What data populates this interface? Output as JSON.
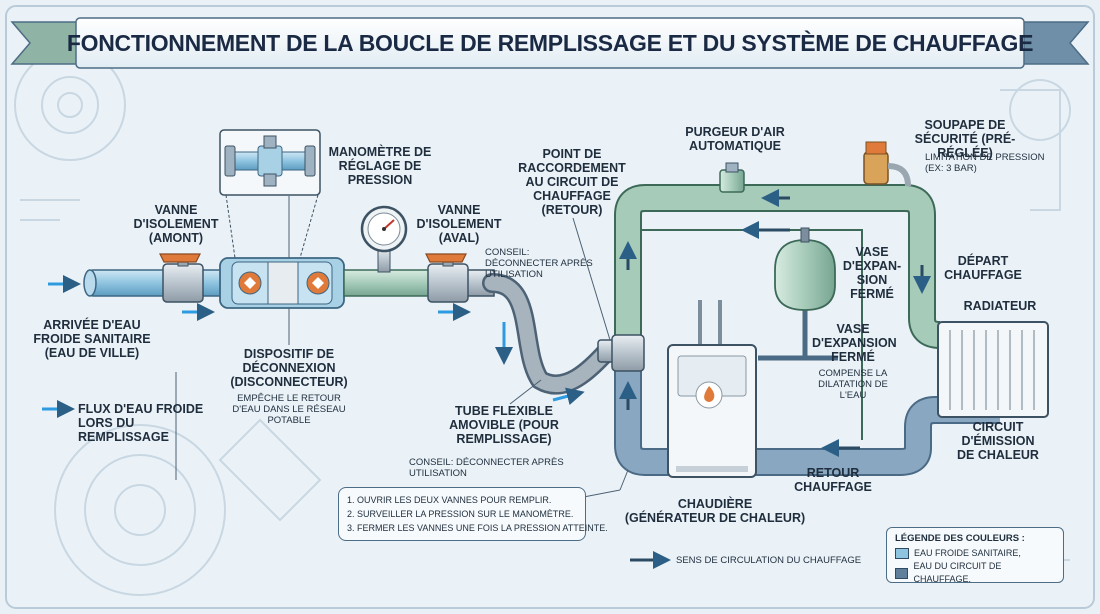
{
  "title": "Fonctionnement de la boucle de remplissage et du système de chauffage",
  "labels": {
    "vanne_amont": "Vanne d'isolement (amont)",
    "manometre": "Manomètre de réglage de pression",
    "vanne_aval": "Vanne d'isolement (aval)",
    "point_raccord": "Point de raccordement au circuit de chauffage (retour)",
    "purgeur": "Purgeur d'air automatique",
    "soupape": "Soupape de sécurité (pré-réglée)",
    "soupape_sub": "Limitation de pression (ex: 3 bar)",
    "vase_top": "Vase d'expan-sion fermé",
    "vase_mid": "Vase d'expansion fermé",
    "vase_sub": "Compense la dilatation de l'eau",
    "depart": "Départ chauffage",
    "radiateur": "Radiateur",
    "circuit_emission": "Circuit d'émission de chaleur",
    "retour": "Retour chauffage",
    "chaudiere": "Chaudière",
    "chaudiere_sub": "(Générateur de chaleur)",
    "arrivee": "Arrivée d'eau froide sanitaire (eau de ville)",
    "flux": "Flux d'eau froide lors du remplissage",
    "disconnecteur": "Dispositif de déconnexion (disconnecteur)",
    "disconnecteur_sub": "Empêche le retour d'eau dans le réseau potable",
    "tube": "Tube flexible amovible (pour remplissage)",
    "conseil1": "Conseil: déconnecter après utilisation",
    "conseil2": "Conseil: déconnecter après utilisation",
    "sens": "Sens de circulation du chauffage"
  },
  "steps": [
    "1. Ouvrir les deux vannes pour remplir.",
    "2. Surveiller la pression sur le manomètre.",
    "3. Fermer les vannes une fois la pression atteinte."
  ],
  "legend": {
    "title": "Légende des couleurs :",
    "items": [
      {
        "label": "Eau froide sanitaire,",
        "color": "#8fc4e0"
      },
      {
        "label": "Eau du circuit de chauffage.",
        "color": "#5f7f9a"
      }
    ]
  },
  "colors": {
    "cold_water": "#8fc4e0",
    "heating_water": "#8fb3a4",
    "return_pipe": "#7f9bb3",
    "arrow": "#2b5f86",
    "flow_arrow": "#2e9be0"
  }
}
